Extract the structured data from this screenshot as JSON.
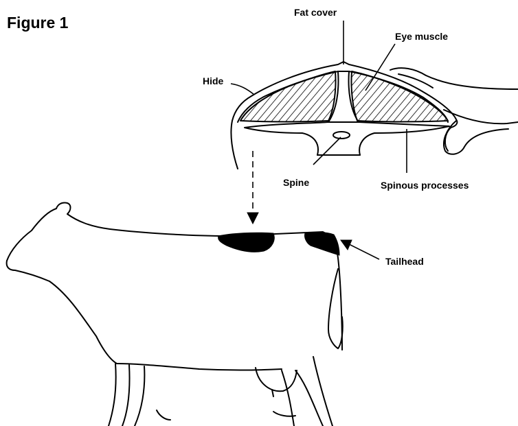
{
  "figure": {
    "title": "Figure 1"
  },
  "labels": {
    "fat_cover": "Fat cover",
    "eye_muscle": "Eye muscle",
    "hide": "Hide",
    "spine": "Spine",
    "spinous_processes": "Spinous processes",
    "tailhead": "Tailhead"
  },
  "colors": {
    "ink": "#000000",
    "background": "#ffffff"
  }
}
